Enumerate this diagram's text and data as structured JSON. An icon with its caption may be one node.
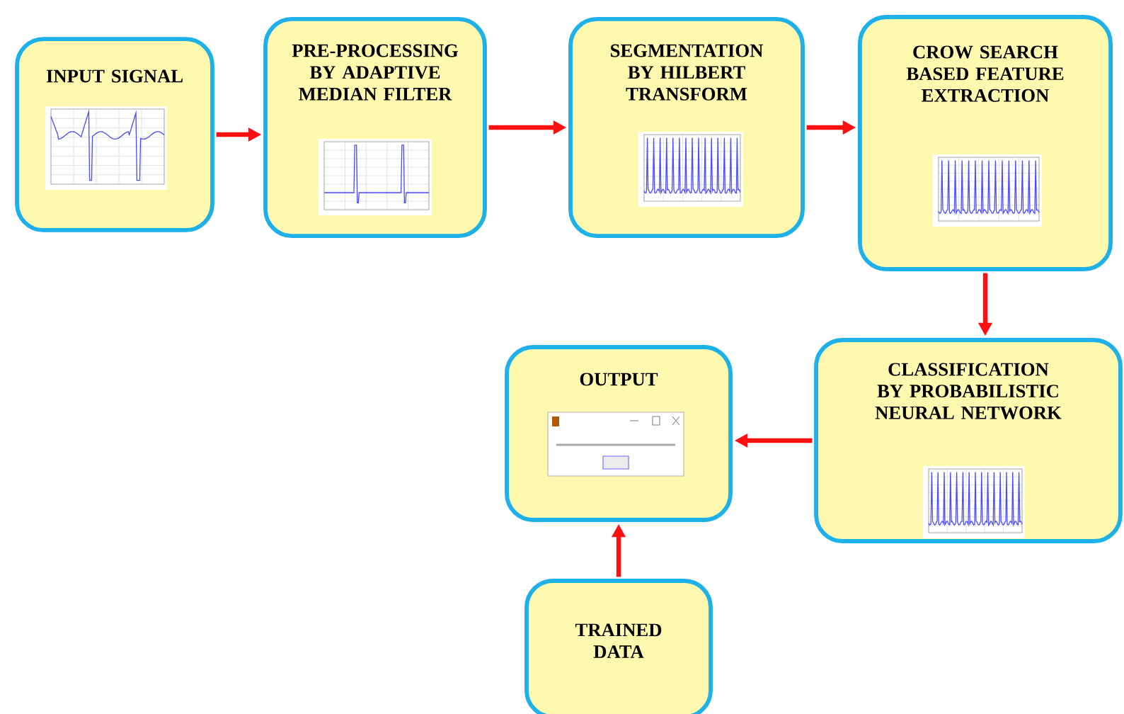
{
  "diagram": {
    "nodes": [
      {
        "text": [
          "INPUT SIGNAL"
        ]
      },
      {
        "text": [
          "PRE-PROCESSING BY ADAPTIVE MEDIAN FILTER"
        ]
      },
      {
        "text": [
          "SEGMENTATION BY HILBERT TRANSFORM"
        ]
      },
      {
        "text": [
          "CROW SEARCH BASED FEATURE EXTRACTION"
        ]
      },
      {
        "text": [
          "CLASSIFICATION BY PROBABILISTIC NEURAL NETWORK"
        ]
      },
      {
        "text": [
          "OUTPUT"
        ]
      },
      {
        "text": [
          "TRAINED DATA"
        ]
      }
    ],
    "edges": [
      {
        "from": 0,
        "to": 1,
        "arrow": "to"
      },
      {
        "from": 1,
        "to": 2,
        "arrow": "to"
      },
      {
        "from": 2,
        "to": 3,
        "arrow": "to"
      },
      {
        "from": 3,
        "to": 4,
        "arrow": "to"
      },
      {
        "from": 4,
        "to": 5,
        "arrow": "to"
      },
      {
        "from": 6,
        "to": 5,
        "arrow": "to"
      }
    ]
  }
}
